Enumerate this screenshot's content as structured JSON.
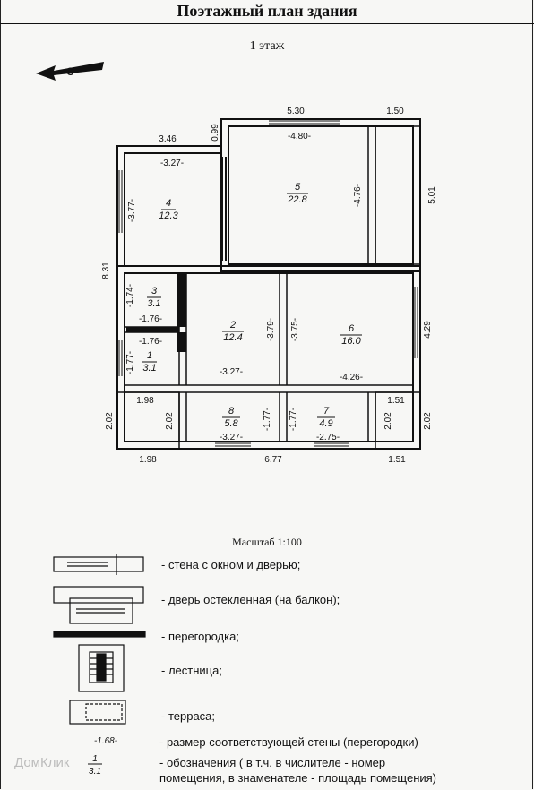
{
  "title": "Поэтажный план здания",
  "floor_label": "1 этаж",
  "compass": "С",
  "scale_label": "Масштаб 1:100",
  "rooms": [
    {
      "num": "1",
      "area": "3.1"
    },
    {
      "num": "2",
      "area": "12.4"
    },
    {
      "num": "3",
      "area": "3.1"
    },
    {
      "num": "4",
      "area": "12.3"
    },
    {
      "num": "5",
      "area": "22.8"
    },
    {
      "num": "6",
      "area": "16.0"
    },
    {
      "num": "7",
      "area": "4.9"
    },
    {
      "num": "8",
      "area": "5.8"
    }
  ],
  "dimensions": {
    "top_530": "5.30",
    "top_150": "1.50",
    "top_346": "3.46",
    "top_099": "0.99",
    "r4_327": "-3.27-",
    "r4_377": "-3.77-",
    "r5_480": "-4.80-",
    "r5_476": "-4.76-",
    "right_501": "5.01",
    "left_831": "8.31",
    "r3_174": "-1.74-",
    "r3_176": "-1.76-",
    "r1_176": "-1.76-",
    "r1_177": "-1.77-",
    "r2_379": "-3.79-",
    "r2_327": "-3.27-",
    "r6_375": "-3.75-",
    "r6_426": "-4.26-",
    "right_429": "4.29",
    "mid_198": "1.98",
    "mid_151": "1.51",
    "left_202": "2.02",
    "left_202b": "2.02",
    "r8_177": "-1.77-",
    "r8_327": "-3.27-",
    "r7_177": "-1.77-",
    "r7_275": "-2.75-",
    "right_202": "2.02",
    "right_202b": "2.02",
    "bot_198": "1.98",
    "bot_677": "6.77",
    "bot_151": "1.51"
  },
  "legend": [
    {
      "text": "- стена с окном и дверью;"
    },
    {
      "text": "- дверь остекленная (на балкон);"
    },
    {
      "text": "- перегородка;"
    },
    {
      "text": "- лестница;"
    },
    {
      "text": "- терраса;"
    },
    {
      "text": "- размер соответствующей стены (перегородки)"
    },
    {
      "text": "- обозначения ( в т.ч. в числителе - номер"
    },
    {
      "text": "помещения, в знаменателе - площадь помещения)"
    }
  ],
  "legend_samples": {
    "size": "-1.68-",
    "num": "1",
    "area": "3.1"
  },
  "watermark": "ДомКлик"
}
